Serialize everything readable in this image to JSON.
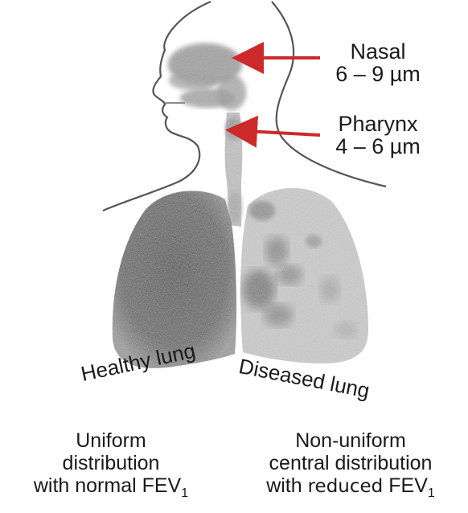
{
  "sites": [
    {
      "name": "Nasal",
      "size_range": "6 – 9 µm"
    },
    {
      "name": "Pharynx",
      "size_range": "4 – 6 µm"
    }
  ],
  "lungs": {
    "healthy_label": "Healthy lung",
    "diseased_label": "Diseased lung"
  },
  "captions": {
    "left": {
      "line1": "Uniform",
      "line2": "distribution",
      "line3": "with normal FEV",
      "subscript": "1"
    },
    "right": {
      "line1": "Non-uniform",
      "line2": "central distribution",
      "line3a": "with ",
      "line3b": "reduced",
      "line3c": "FEV",
      "subscript": "1"
    }
  },
  "colors": {
    "arrow": "#cc2a2a",
    "outline": "#4a4a4a",
    "deposit": "#4d4d4d"
  }
}
